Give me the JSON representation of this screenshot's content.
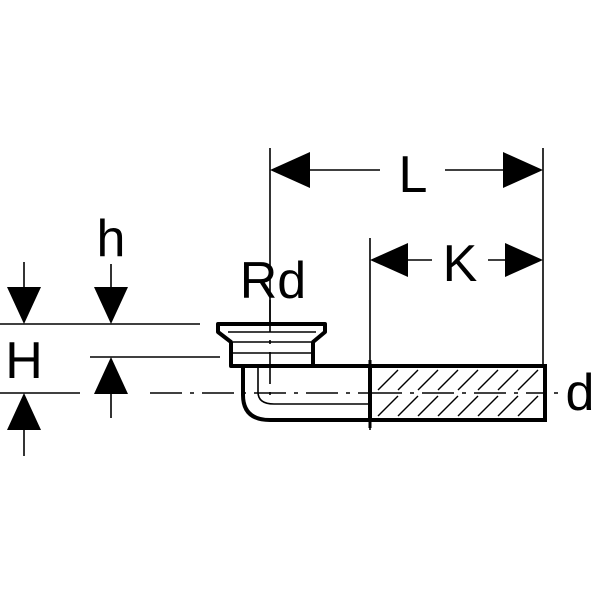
{
  "labels": {
    "L": "L",
    "K": "K",
    "h": "h",
    "Rd": "Rd",
    "H": "H",
    "d": "d"
  }
}
